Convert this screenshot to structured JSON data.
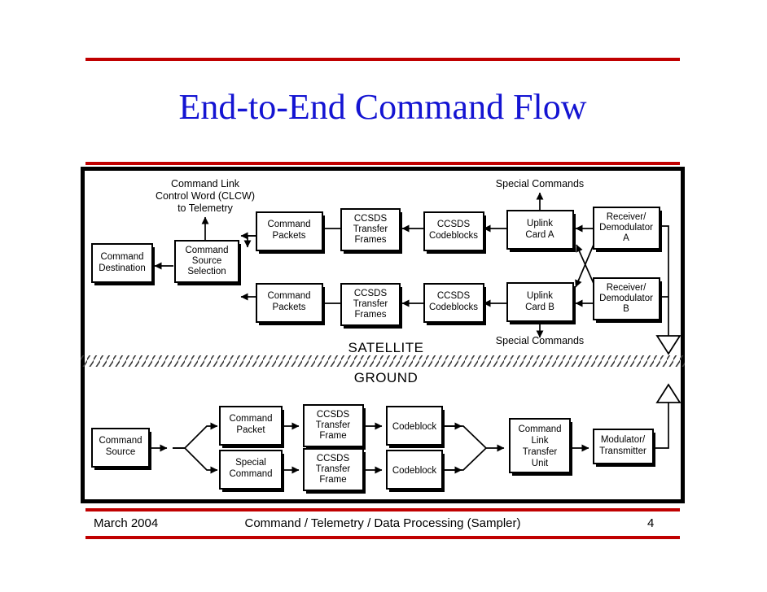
{
  "slide": {
    "title": "End-to-End Command Flow",
    "title_color": "#1414D2",
    "rule_color": "#C00000",
    "footer": {
      "date": "March 2004",
      "center": "Command / Telemetry / Data Processing (Sampler)",
      "page": "4"
    }
  },
  "diagram": {
    "zones": {
      "satellite": "SATELLITE",
      "ground": "GROUND"
    },
    "labels": {
      "clcw_line1": "Command Link",
      "clcw_line2": "Control Word (CLCW)",
      "clcw_line3": "to Telemetry",
      "special_top": "Special Commands",
      "special_bottom": "Special Commands"
    },
    "satellite_boxes": {
      "command_destination_l1": "Command",
      "command_destination_l2": "Destination",
      "command_source_selection_l1": "Command",
      "command_source_selection_l2": "Source",
      "command_source_selection_l3": "Selection",
      "command_packets_a_l1": "Command",
      "command_packets_a_l2": "Packets",
      "command_packets_b_l1": "Command",
      "command_packets_b_l2": "Packets",
      "transfer_frames_a_l1": "CCSDS",
      "transfer_frames_a_l2": "Transfer",
      "transfer_frames_a_l3": "Frames",
      "transfer_frames_b_l1": "CCSDS",
      "transfer_frames_b_l2": "Transfer",
      "transfer_frames_b_l3": "Frames",
      "codeblocks_a_l1": "CCSDS",
      "codeblocks_a_l2": "Codeblocks",
      "codeblocks_b_l1": "CCSDS",
      "codeblocks_b_l2": "Codeblocks",
      "uplink_a_l1": "Uplink",
      "uplink_a_l2": "Card A",
      "uplink_b_l1": "Uplink",
      "uplink_b_l2": "Card B",
      "receiver_a_l1": "Receiver/",
      "receiver_a_l2": "Demodulator",
      "receiver_a_l3": "A",
      "receiver_b_l1": "Receiver/",
      "receiver_b_l2": "Demodulator",
      "receiver_b_l3": "B"
    },
    "ground_boxes": {
      "command_source_l1": "Command",
      "command_source_l2": "Source",
      "command_packet_l1": "Command",
      "command_packet_l2": "Packet",
      "special_command_l1": "Special",
      "special_command_l2": "Command",
      "transfer_frame_top_l1": "CCSDS",
      "transfer_frame_top_l2": "Transfer",
      "transfer_frame_top_l3": "Frame",
      "transfer_frame_bot_l1": "CCSDS",
      "transfer_frame_bot_l2": "Transfer",
      "transfer_frame_bot_l3": "Frame",
      "codeblock_top": "Codeblock",
      "codeblock_bot": "Codeblock",
      "cltu_l1": "Command",
      "cltu_l2": "Link",
      "cltu_l3": "Transfer",
      "cltu_l4": "Unit",
      "modulator_l1": "Modulator/",
      "modulator_l2": "Transmitter"
    },
    "antennas": {
      "satellite_rx": "downlink-receive-antenna",
      "ground_tx": "uplink-transmit-antenna"
    }
  }
}
